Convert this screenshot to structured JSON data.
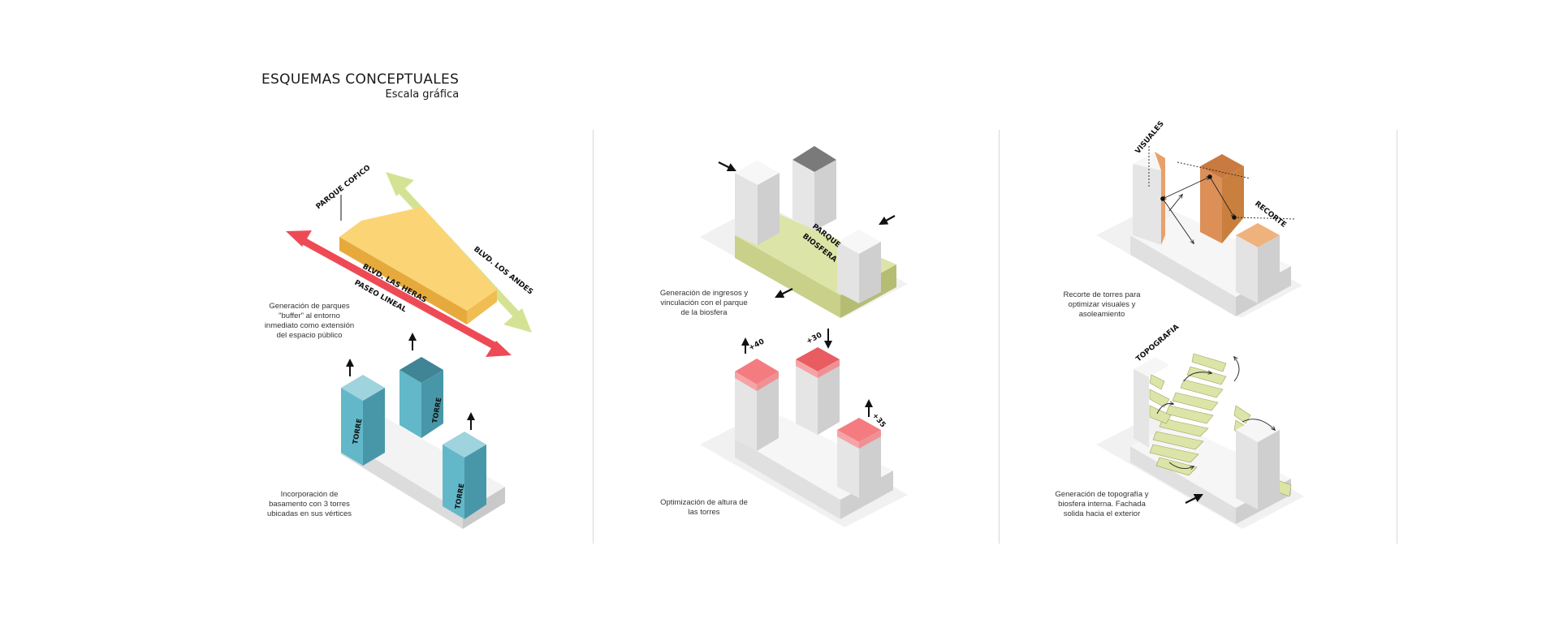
{
  "header": {
    "title": "ESQUEMAS CONCEPTUALES",
    "subtitle": "Escala gráfica"
  },
  "panels": [
    {
      "label_parque": "PARQUE COFICO",
      "label_blvd_andes": "BLVD. LOS ANDES",
      "label_blvd_heras": "BLVD. LAS HERAS",
      "label_paseo": "PASEO LINEAL",
      "caption": "Generación de parques \"buffer\" al entorno inmediato como extensión del espacio público"
    },
    {
      "label_torre": "TORRE",
      "caption": "Incorporación de basamento con 3 torres ubicadas en sus vértices"
    },
    {
      "label_parque": "PARQUE",
      "label_biosfera": "BIOSFERA",
      "caption": "Generación de ingresos y vinculación con el parque de la biosfera"
    },
    {
      "heights": [
        "+40",
        "+30",
        "+35"
      ],
      "caption": "Optimización de altura de las torres"
    },
    {
      "label_visuales": "VISUALES",
      "label_recorte": "RECORTE",
      "caption": "Recorte de torres para optimizar visuales y asoleamiento"
    },
    {
      "label_topografia": "TOPOGRAFIA",
      "caption": "Generación de topografía y biosfera interna. Fachada solida hacia el exterior"
    }
  ],
  "colors": {
    "park_yellow": "#f9cf6b",
    "tower_cyan": "#62b8c9",
    "biosphere_green": "#dde4a8",
    "highlight_red": "#f47c80",
    "cut_orange": "#dd8f58",
    "arrow_red": "#ee4a55",
    "arrow_green": "#d4e294"
  }
}
